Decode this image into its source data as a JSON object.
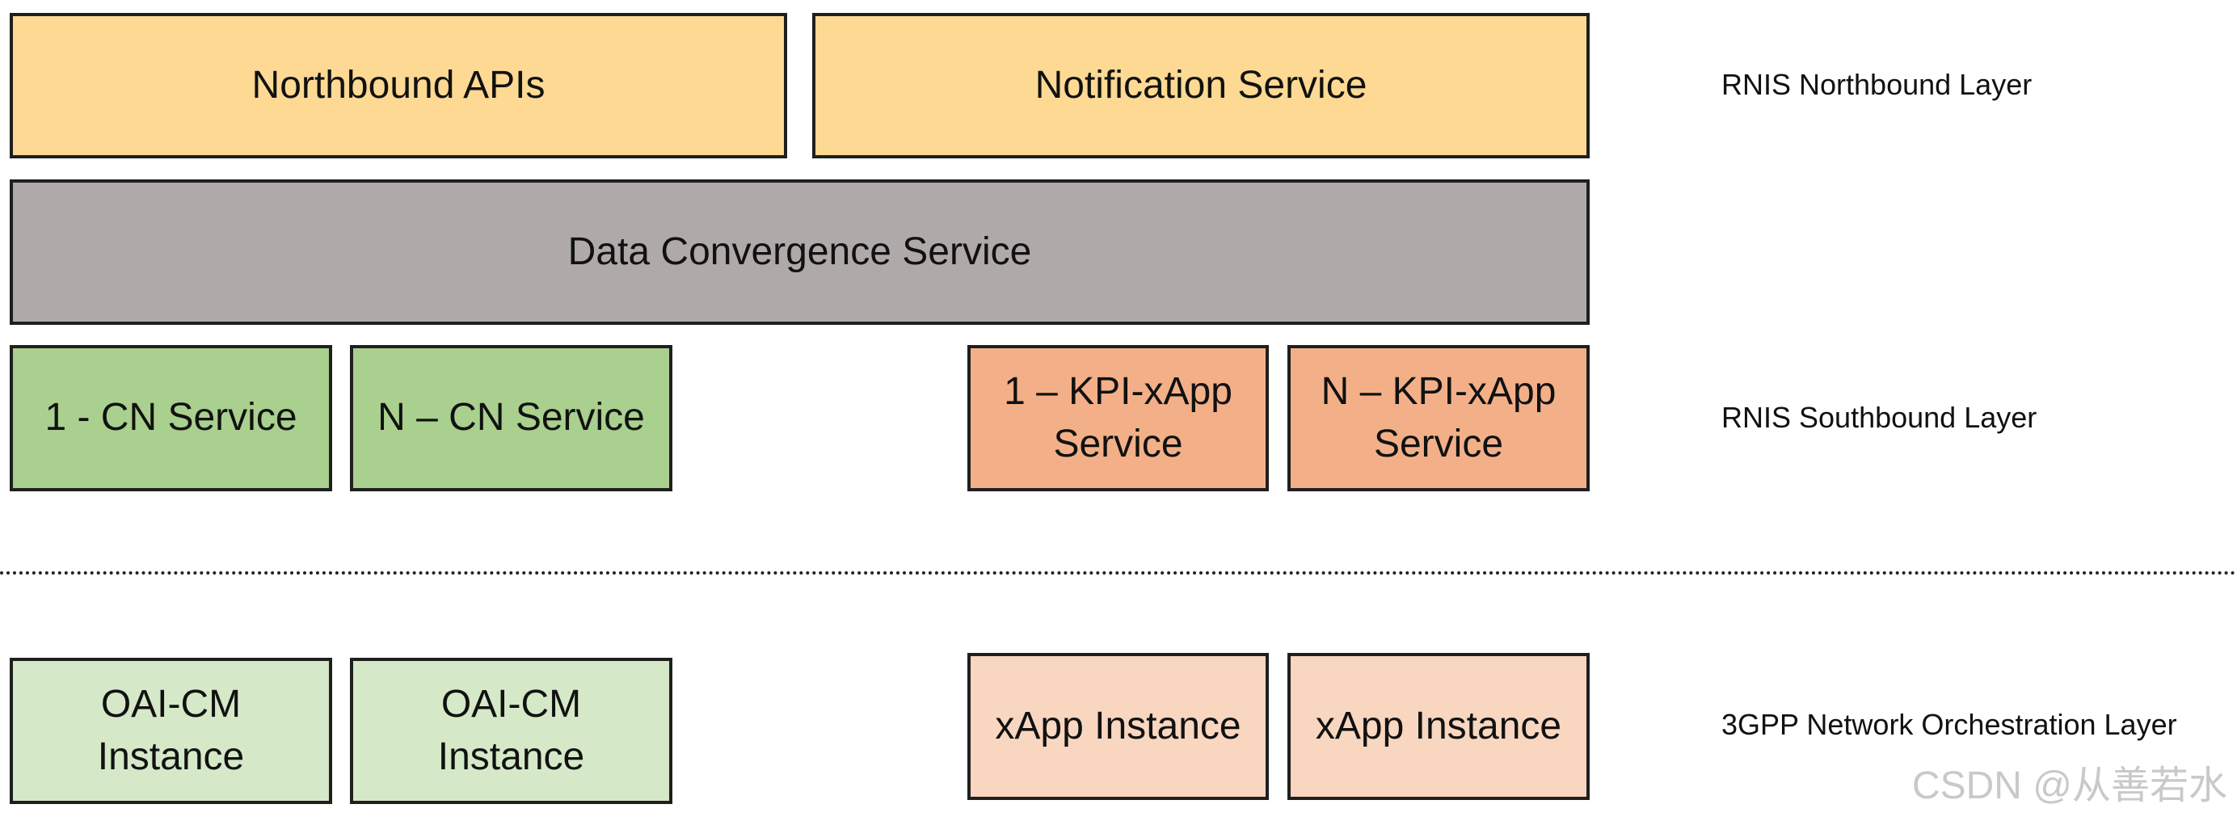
{
  "northbound": {
    "apis_label": "Northbound APIs",
    "notification_label": "Notification Service",
    "layer_label": "RNIS Northbound Layer"
  },
  "convergence": {
    "label": "Data Convergence Service"
  },
  "southbound": {
    "cn_service_1": "1 - CN Service",
    "cn_service_n": "N – CN Service",
    "kpi_service_1_line1": "1 – KPI-xApp",
    "kpi_service_1_line2": "Service",
    "kpi_service_n_line1": "N – KPI-xApp",
    "kpi_service_n_line2": "Service",
    "layer_label": "RNIS Southbound Layer"
  },
  "orchestration": {
    "oai_cm_1_line1": "OAI-CM",
    "oai_cm_1_line2": "Instance",
    "oai_cm_2_line1": "OAI-CM",
    "oai_cm_2_line2": "Instance",
    "xapp_1": "xApp Instance",
    "xapp_2": "xApp Instance",
    "layer_label": "3GPP Network Orchestration Layer"
  },
  "watermark": "CSDN @从善若水",
  "colors": {
    "northbound": "#fdd993",
    "convergence": "#afaaa9",
    "cn_service": "#a9d08e",
    "kpi_service": "#f3b088",
    "oai_cm": "#d5e8c8",
    "xapp": "#f8d6c0"
  }
}
